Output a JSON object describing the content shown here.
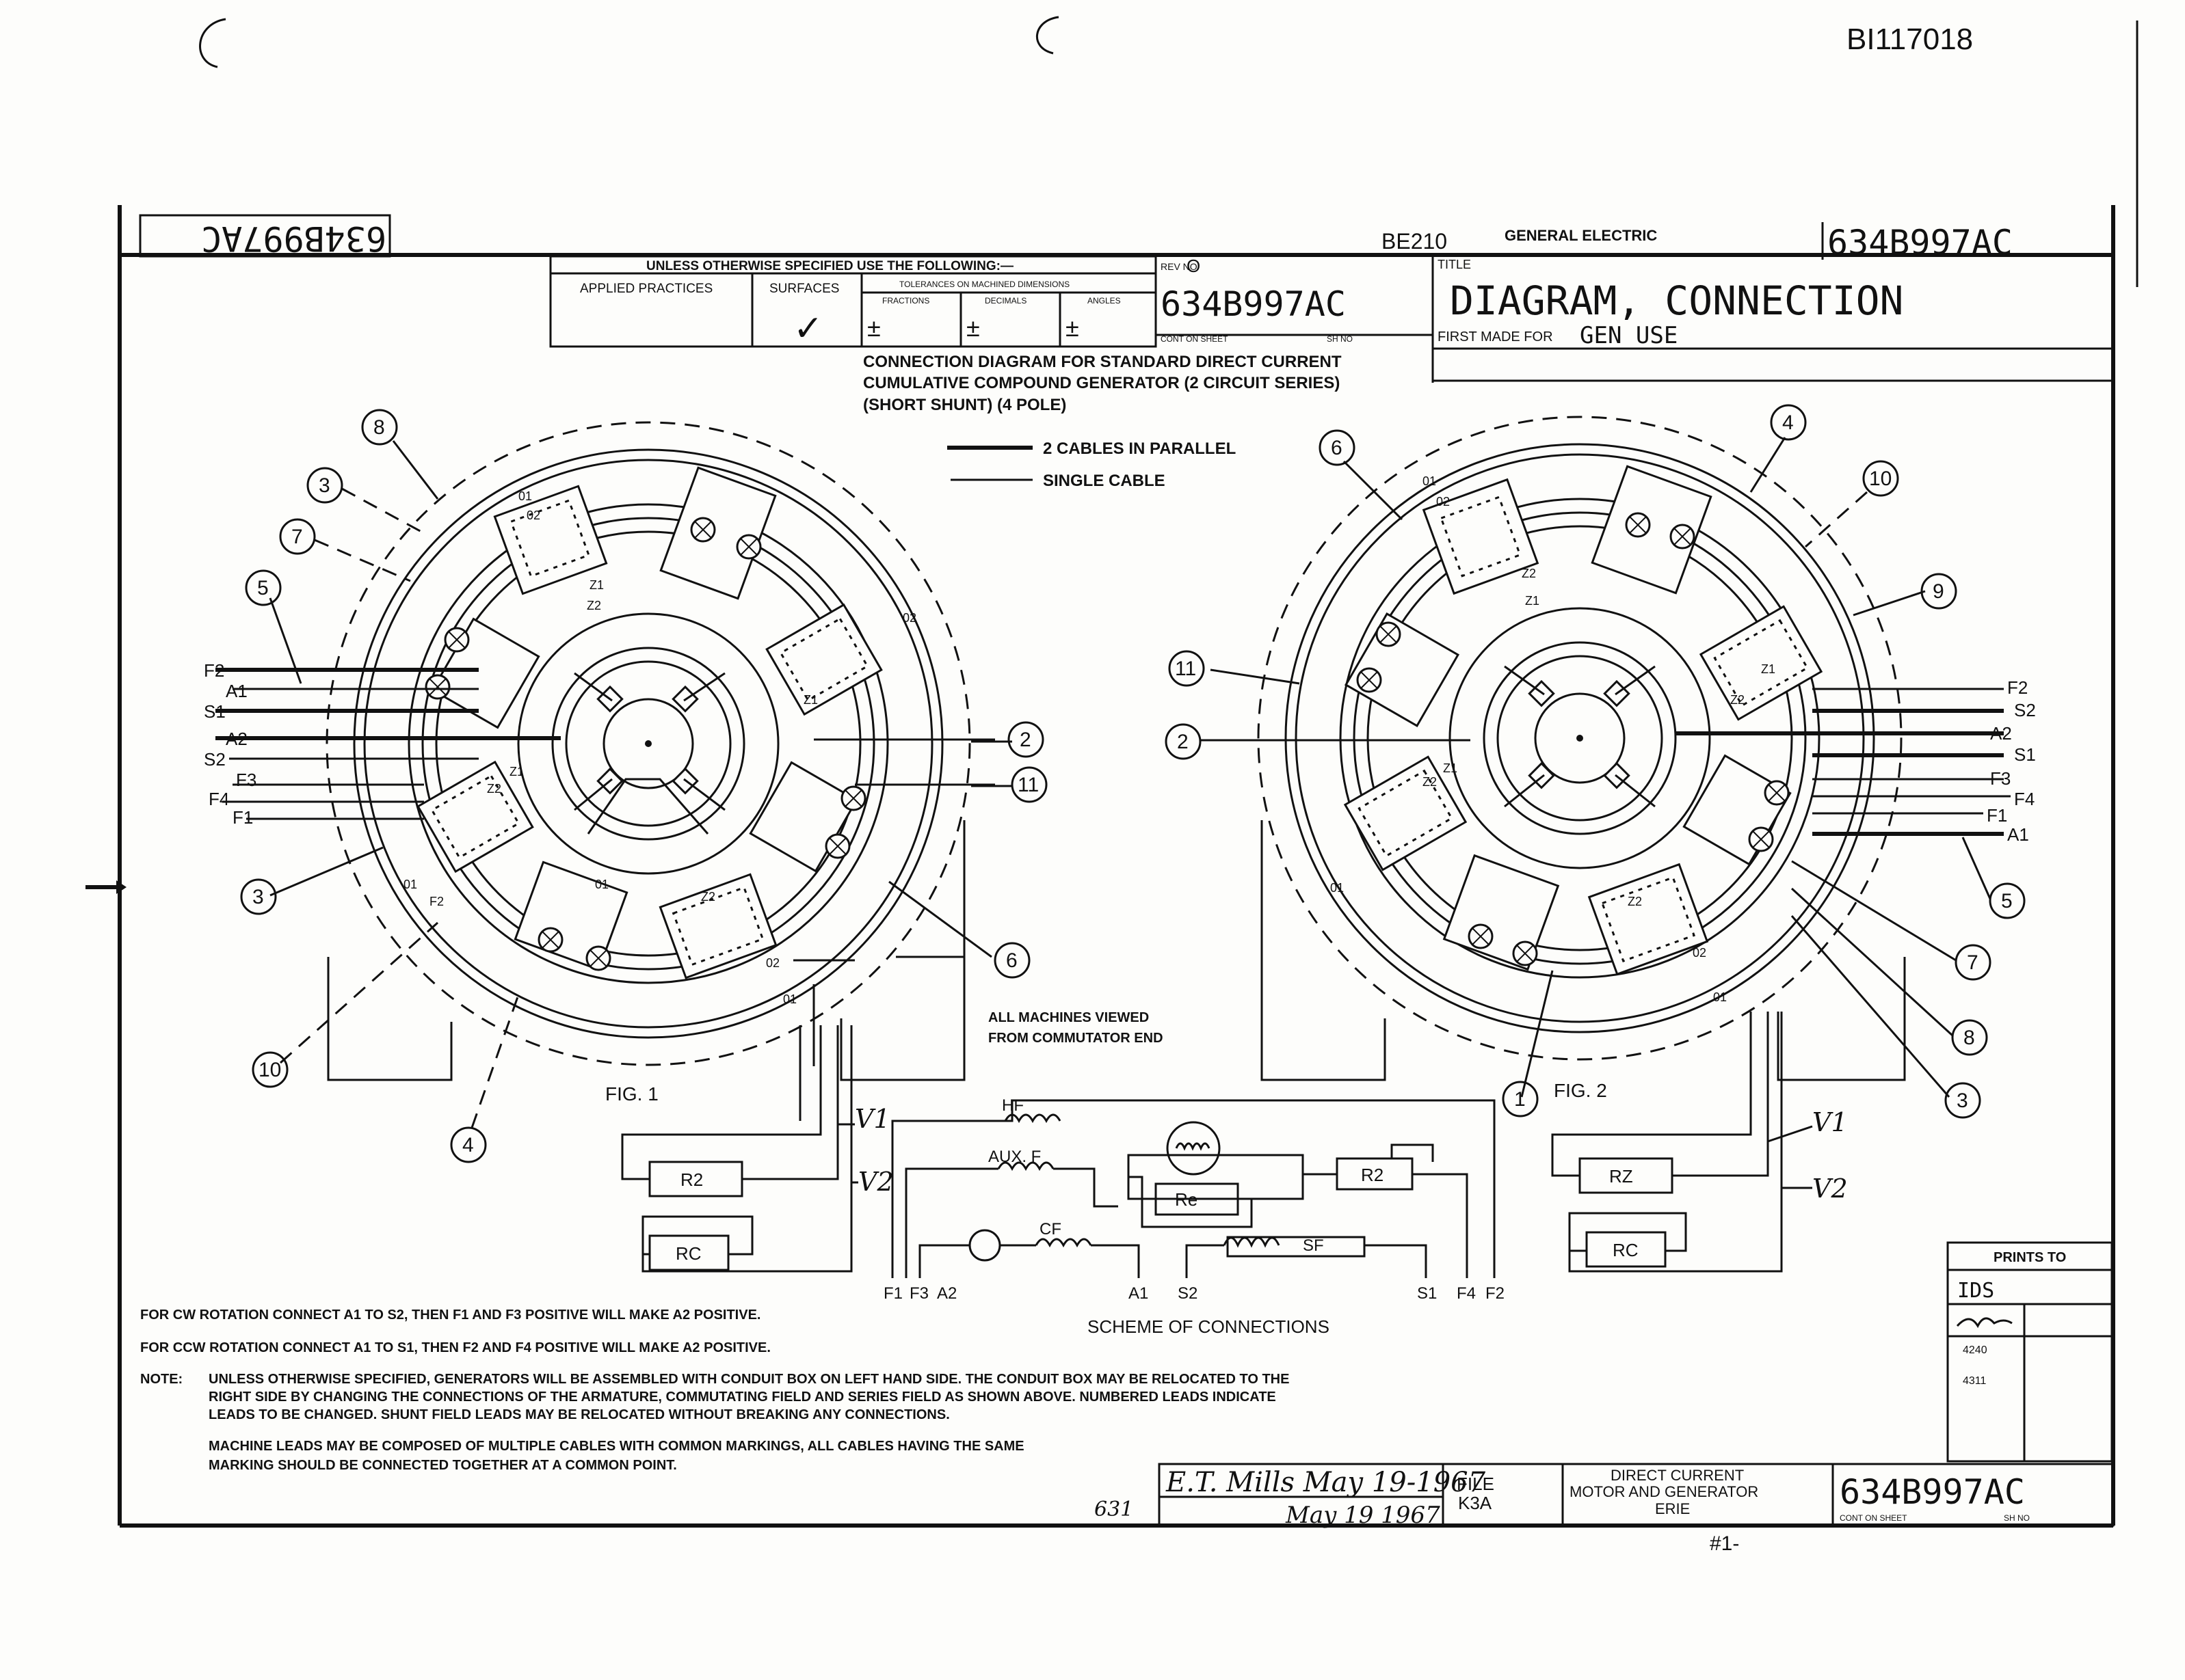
{
  "doc_id": "BI117018",
  "corner_number": "634B997AC",
  "header": {
    "unless_label": "UNLESS OTHERWISE SPECIFIED USE THE FOLLOWING:—",
    "applied_practices_label": "APPLIED PRACTICES",
    "surfaces_label": "SURFACES",
    "tolerances_label": "TOLERANCES ON MACHINED DIMENSIONS",
    "fractions_label": "FRACTIONS",
    "decimals_label": "DECIMALS",
    "angles_label": "ANGLES",
    "surface_check": "✓",
    "tol_mark": "±",
    "rev_label": "REV NO",
    "rev_value": "O",
    "number": "634B997AC",
    "cont_label": "CONT ON SHEET",
    "sh_label": "SH NO",
    "bezio": "BE210",
    "company": "GENERAL ELECTRIC",
    "title_label": "TITLE",
    "title": "DIAGRAM, CONNECTION",
    "first_made_label": "FIRST MADE FOR",
    "first_made_value": "GEN USE"
  },
  "description": [
    "CONNECTION DIAGRAM FOR STANDARD DIRECT CURRENT",
    "CUMULATIVE COMPOUND GENERATOR (2 CIRCUIT SERIES)",
    "(SHORT SHUNT) (4 POLE)"
  ],
  "legend": {
    "parallel": "2 CABLES IN PARALLEL",
    "single": "SINGLE CABLE"
  },
  "view_note": [
    "ALL MACHINES VIEWED",
    "FROM COMMUTATOR END"
  ],
  "fig1": {
    "label": "FIG. 1",
    "callouts": [
      "8",
      "3",
      "7",
      "5",
      "2",
      "11",
      "6",
      "3",
      "10",
      "4"
    ],
    "leads": [
      "F2",
      "A1",
      "S1",
      "A2",
      "S2",
      "F3",
      "F4",
      "F1"
    ]
  },
  "fig2": {
    "label": "FIG. 2",
    "callouts": [
      "6",
      "4",
      "10",
      "9",
      "11",
      "2",
      "5",
      "7",
      "8",
      "3",
      "1"
    ],
    "leads": [
      "F2",
      "S2",
      "A2",
      "S1",
      "F3",
      "F4",
      "F1",
      "A1"
    ]
  },
  "pole_marks": [
    "01",
    "02",
    "Z1",
    "Z2",
    "Z"
  ],
  "rheostats": {
    "r2": "R2",
    "rc": "RC",
    "re": "Re",
    "rz": "RZ",
    "v1": "V1",
    "v2": "V2"
  },
  "scheme": {
    "title": "SCHEME OF CONNECTIONS",
    "hf": "HF",
    "aux_f": "AUX. F",
    "cf": "CF",
    "sf": "SF",
    "re": "Re",
    "r2": "R2",
    "terminals": [
      "F1",
      "F3",
      "A2",
      "A1",
      "S2",
      "S1",
      "F4",
      "F2"
    ]
  },
  "notes": {
    "cw": "FOR CW ROTATION CONNECT A1 TO S2, THEN F1 AND F3 POSITIVE WILL MAKE A2 POSITIVE.",
    "ccw": "FOR CCW ROTATION CONNECT A1 TO S1, THEN F2 AND F4 POSITIVE WILL MAKE A2 POSITIVE.",
    "note_label": "NOTE:",
    "note1": [
      "UNLESS OTHERWISE SPECIFIED, GENERATORS WILL BE ASSEMBLED WITH CONDUIT BOX ON LEFT HAND SIDE. THE CONDUIT BOX MAY BE RELOCATED TO THE",
      "RIGHT SIDE BY CHANGING THE CONNECTIONS OF THE ARMATURE, COMMUTATING FIELD AND SERIES FIELD AS SHOWN ABOVE. NUMBERED LEADS INDICATE",
      "LEADS TO BE CHANGED. SHUNT FIELD LEADS MAY BE RELOCATED WITHOUT BREAKING ANY CONNECTIONS."
    ],
    "note2": [
      "MACHINE LEADS MAY BE COMPOSED OF MULTIPLE CABLES WITH COMMON MARKINGS, ALL CABLES HAVING THE SAME",
      "MARKING SHOULD BE CONNECTED TOGETHER AT A COMMON POINT."
    ]
  },
  "prints_to": {
    "label": "PRINTS TO",
    "entries": [
      "IDS",
      "4240",
      "4311"
    ]
  },
  "title_block": {
    "signature1": "E.T. Mills  May 19-1967",
    "signature2": "May 19 1967",
    "file_label": "FILE",
    "file_value": "K3A",
    "dept": [
      "DIRECT CURRENT",
      "MOTOR AND GENERATOR",
      "ERIE"
    ],
    "number": "634B997AC",
    "cont_label": "CONT ON SHEET",
    "sh_label": "SH NO",
    "mark": "#1-"
  },
  "margin_mark": "631"
}
